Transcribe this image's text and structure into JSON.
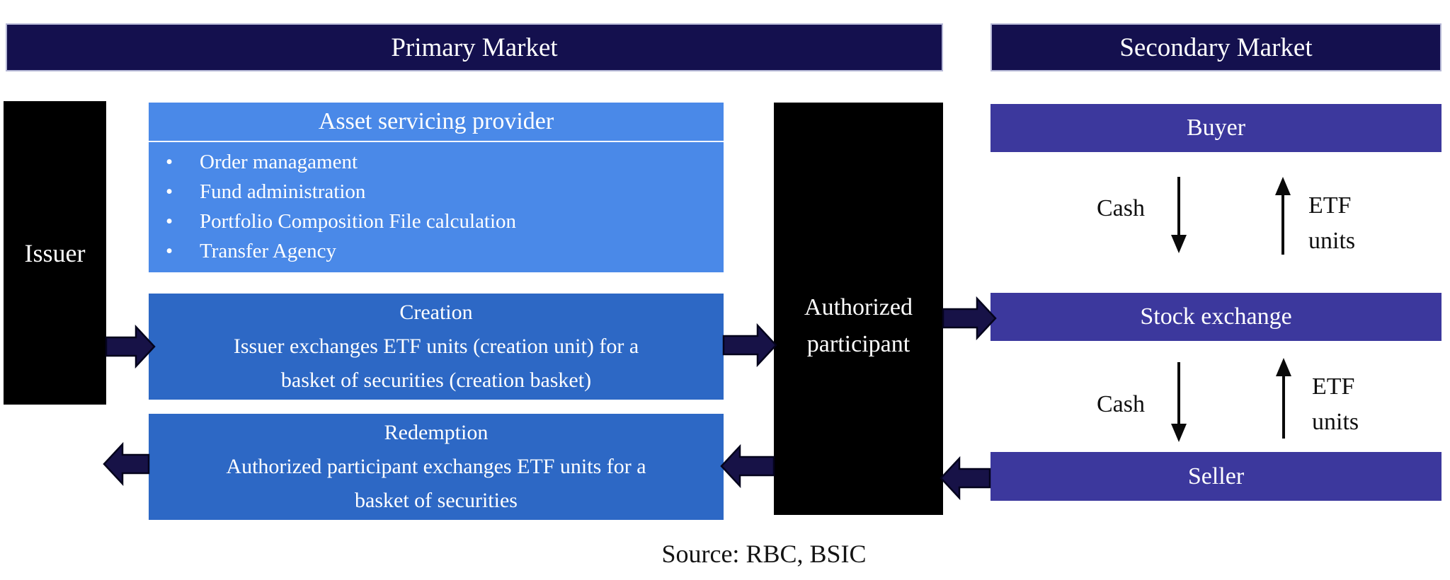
{
  "headers": {
    "primary": "Primary Market",
    "secondary": "Secondary Market"
  },
  "primary_market": {
    "issuer": {
      "label": "Issuer"
    },
    "asset_servicing": {
      "title": "Asset servicing provider",
      "bullets": [
        "Order managament",
        "Fund administration",
        "Portfolio Composition File calculation",
        "Transfer Agency"
      ]
    },
    "creation": {
      "title": "Creation",
      "line1": "Issuer exchanges ETF units (creation unit) for a",
      "line2": "basket of  securities (creation basket)"
    },
    "redemption": {
      "title": "Redemption",
      "line1": "Authorized participant exchanges ETF units for a",
      "line2": "basket of  securities"
    },
    "authorized_participant": {
      "label": "Authorized participant"
    }
  },
  "secondary_market": {
    "buyer": {
      "label": "Buyer"
    },
    "stock_exchange": {
      "label": "Stock exchange"
    },
    "seller": {
      "label": "Seller"
    },
    "buyer_flow": {
      "cash": "Cash",
      "etf_line1": "ETF",
      "etf_line2": "units"
    },
    "seller_flow": {
      "cash": "Cash",
      "etf_line1": "ETF",
      "etf_line2": "units"
    }
  },
  "source_note": "Source: RBC, BSIC",
  "colors": {
    "page_bg": "#ffffff",
    "header_bg": "#14104e",
    "header_border": "#b6b8d6",
    "asset_box_bg": "#4a89e8",
    "process_box_bg": "#2d68c5",
    "secondary_box_bg": "#3c389d",
    "entity_box_bg": "#000000",
    "box_text": "#ffffff",
    "block_arrow_fill": "#171247",
    "thin_arrow": "#0a0a0a",
    "note_text": "#141414"
  }
}
